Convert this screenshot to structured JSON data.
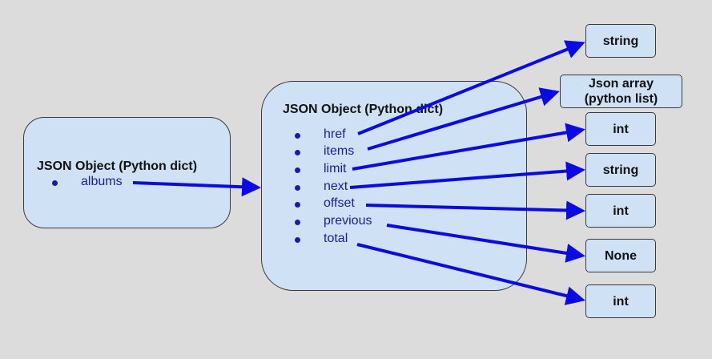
{
  "left_object": {
    "title": "JSON Object (Python dict)",
    "fields": [
      "albums"
    ]
  },
  "right_object": {
    "title": "JSON Object (Python dict)",
    "fields": [
      "href",
      "items",
      "limit",
      "next",
      "offset",
      "previous",
      "total"
    ]
  },
  "types": {
    "href": "string",
    "items_line1": "Json array",
    "items_line2": "(python list)",
    "limit": "int",
    "next": "string",
    "offset": "int",
    "previous": "None",
    "total": "int"
  },
  "colors": {
    "background": "#dcdcdc",
    "box_fill": "#cfe2f5",
    "arrow": "#0a0ae6",
    "field_text": "#1a1aa8"
  }
}
